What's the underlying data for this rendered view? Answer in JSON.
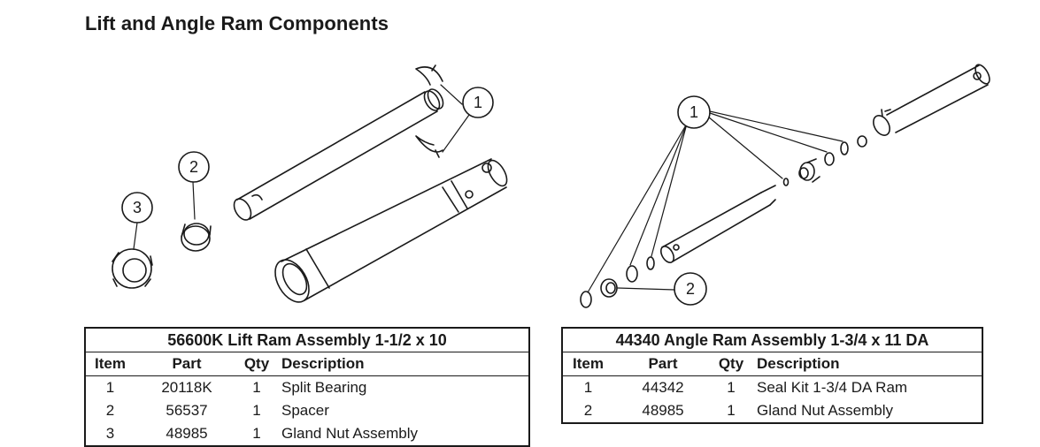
{
  "page": {
    "title": "Lift and Angle Ram Components"
  },
  "callouts": {
    "left": [
      "1",
      "2",
      "3"
    ],
    "right": [
      "1",
      "2"
    ]
  },
  "tables": [
    {
      "title": "56600K  Lift Ram Assembly 1-1/2 x 10",
      "headers": [
        "Item",
        "Part",
        "Qty",
        "Description"
      ],
      "rows": [
        [
          "1",
          "20118K",
          "1",
          "Split Bearing"
        ],
        [
          "2",
          "56537",
          "1",
          "Spacer"
        ],
        [
          "3",
          "48985",
          "1",
          "Gland Nut Assembly"
        ]
      ]
    },
    {
      "title": "44340  Angle Ram Assembly 1-3/4 x 11 DA",
      "headers": [
        "Item",
        "Part",
        "Qty",
        "Description"
      ],
      "rows": [
        [
          "1",
          "44342",
          "1",
          "Seal Kit 1-3/4 DA Ram"
        ],
        [
          "2",
          "48985",
          "1",
          "Gland Nut Assembly"
        ]
      ]
    }
  ]
}
